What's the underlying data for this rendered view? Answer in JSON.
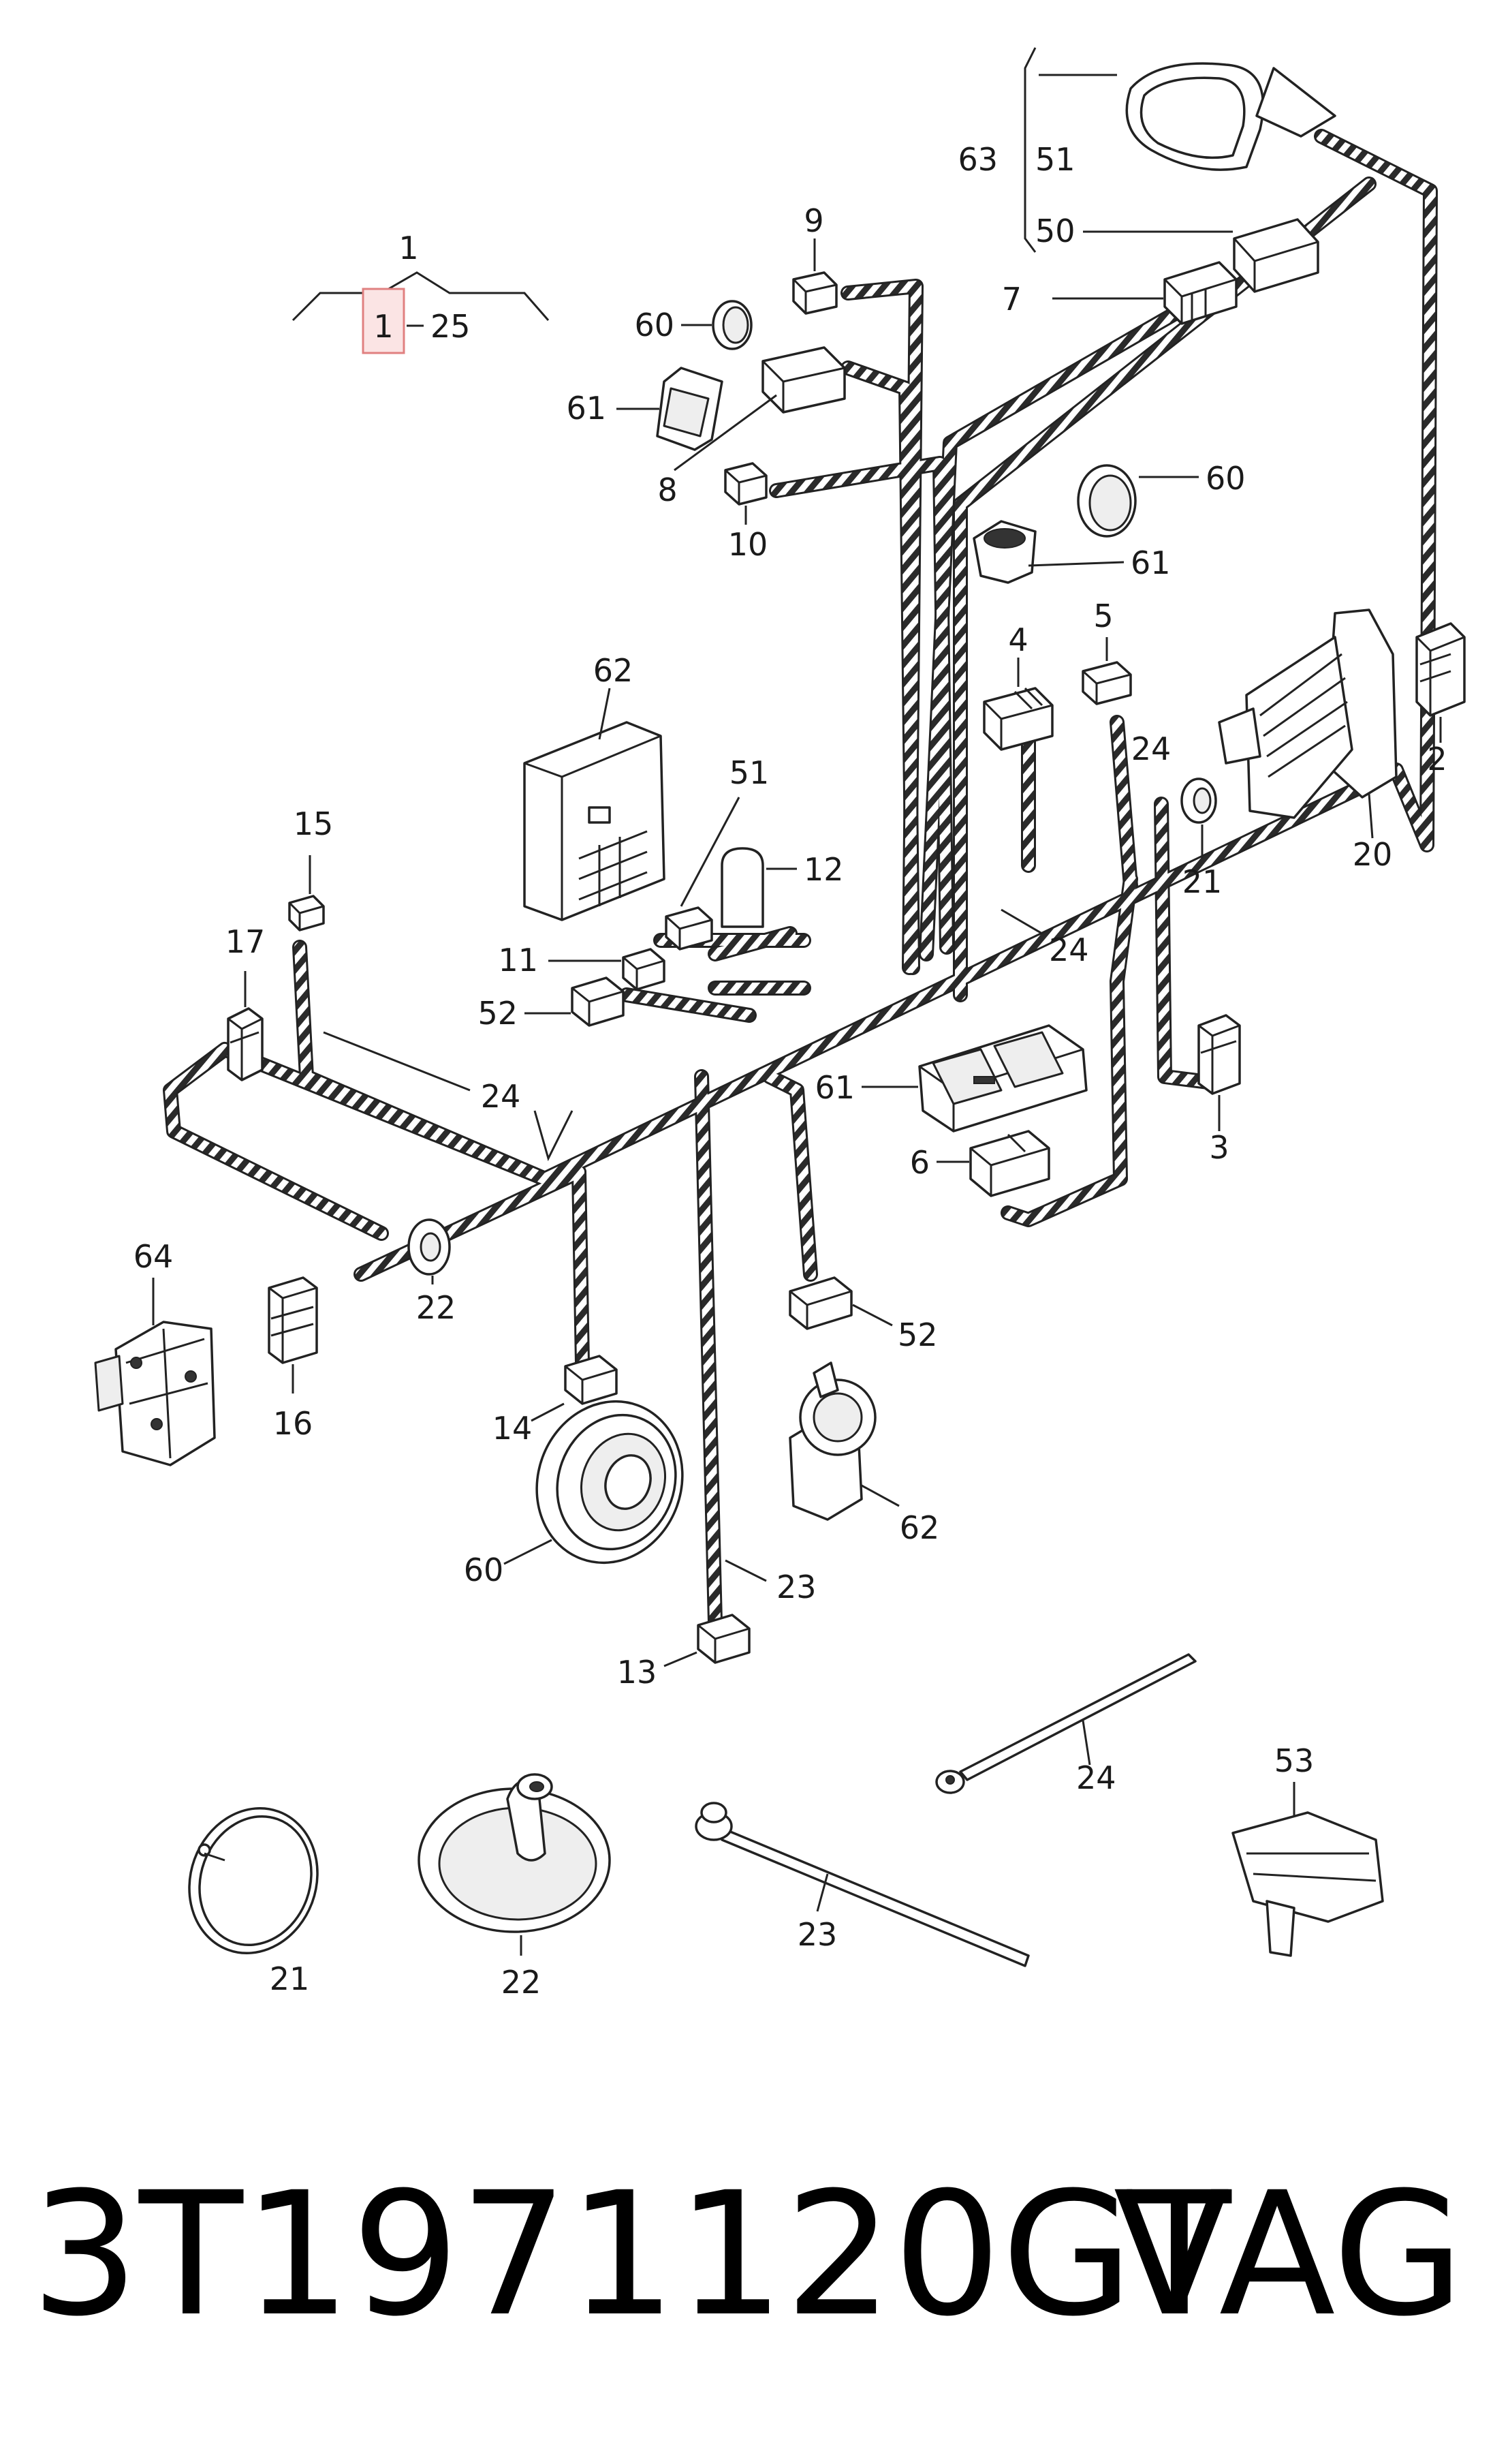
{
  "diagram": {
    "labels": {
      "l1_top": "1",
      "l1_box": "1",
      "l25_top": "25",
      "l63": "63",
      "l51_a": "51",
      "l50": "50",
      "l7": "7",
      "l9": "9",
      "l60_a": "60",
      "l61_a": "61",
      "l8": "8",
      "l10": "10",
      "l60_b": "60",
      "l61_b": "61",
      "l5": "5",
      "l4": "4",
      "l24_a": "24",
      "l2": "2",
      "l62_a": "62",
      "l51_b": "51",
      "l12": "12",
      "l15": "15",
      "l21_a": "21",
      "l20": "20",
      "l24_b": "24",
      "l17": "17",
      "l11": "11",
      "l52_a": "52",
      "l24_c": "24",
      "l61_c": "61",
      "l3": "3",
      "l6": "6",
      "l64": "64",
      "l22_a": "22",
      "l16": "16",
      "l52_b": "52",
      "l14": "14",
      "l62_b": "62",
      "l60_c": "60",
      "l23_a": "23",
      "l13": "13",
      "l24_d": "24",
      "l53": "53",
      "l21_b": "21",
      "l22_b": "22",
      "l23_b": "23"
    }
  },
  "part_number": "3T1971120GT",
  "brand": "VAG",
  "colors": {
    "highlight_box": "#e08080",
    "highlight_fill": "#fbe4e4",
    "ink": "#1a1a1a"
  }
}
